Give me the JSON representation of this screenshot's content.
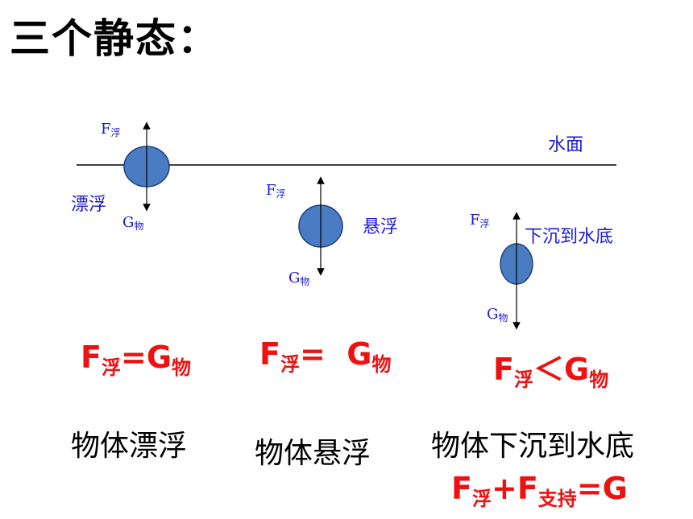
{
  "title": "三个静态：",
  "water_surface_label": "水面",
  "force_symbols": {
    "F": "F",
    "G": "G",
    "buoyancy_sub": "浮",
    "weight_sub": "物",
    "support_sub": "支持"
  },
  "cases": [
    {
      "label": "漂浮",
      "relation_symbol": "=",
      "state_text": "物体漂浮"
    },
    {
      "label": "悬浮",
      "relation_symbol": "=  ",
      "state_text": "物体悬浮"
    },
    {
      "label": "下沉到水底",
      "relation_symbol": "＜",
      "state_text": "物体下沉到水底"
    }
  ],
  "sink_extra": {
    "plus": "+",
    "equals": "="
  },
  "colors": {
    "ball": "#4a7cc4",
    "ball_stroke": "#1f3f7a",
    "label": "#1a1ad6",
    "equation": "#ee1111"
  }
}
